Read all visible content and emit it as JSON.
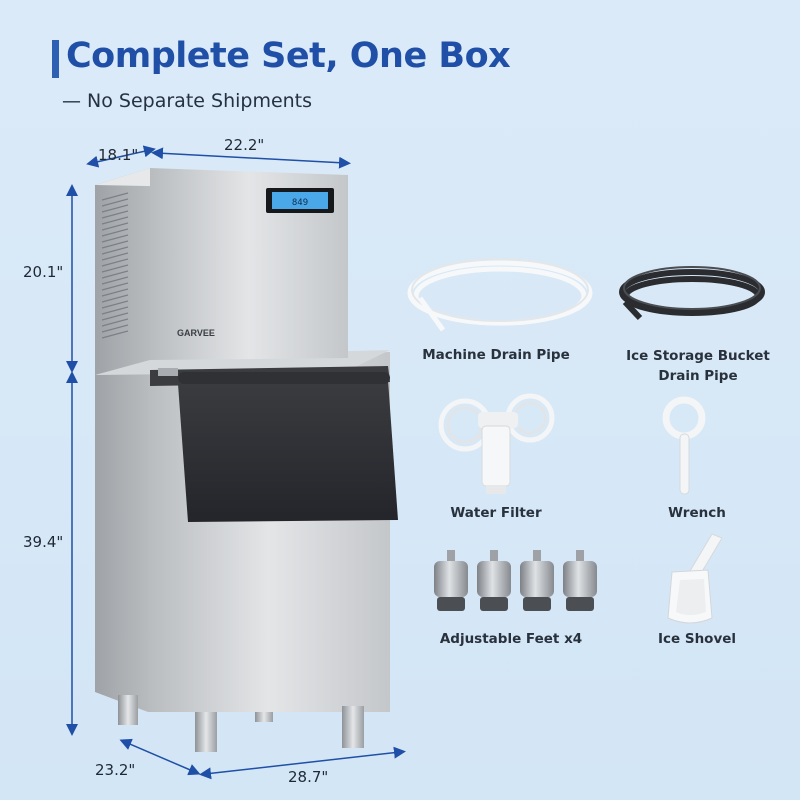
{
  "header": {
    "title": "Complete Set, One Box",
    "subtitle": "— No Separate Shipments"
  },
  "dimensions": {
    "depth_top": "18.1\"",
    "width_top": "22.2\"",
    "height_upper": "20.1\"",
    "height_lower": "39.4\"",
    "depth_bottom": "23.2\"",
    "width_bottom": "28.7\""
  },
  "machine": {
    "brand": "GARVEE",
    "display_readout": "849"
  },
  "accessories": [
    {
      "label_line1": "Machine Drain Pipe",
      "icon": "white-coiled-pipe"
    },
    {
      "label_line1": "Ice Storage Bucket",
      "label_line2": "Drain Pipe",
      "icon": "black-coiled-pipe"
    },
    {
      "label_line1": "Water Filter",
      "icon": "water-filter"
    },
    {
      "label_line1": "Wrench",
      "icon": "filter-wrench"
    },
    {
      "label_line1": "Adjustable Feet x4",
      "icon": "leveling-feet"
    },
    {
      "label_line1": "Ice Shovel",
      "icon": "ice-scoop"
    }
  ],
  "colors": {
    "background": "#d7e8f7",
    "title": "#1f4fa6",
    "steel": "#c9cccf",
    "bin_door": "#2b2d30",
    "display": "#4aa8e8"
  }
}
